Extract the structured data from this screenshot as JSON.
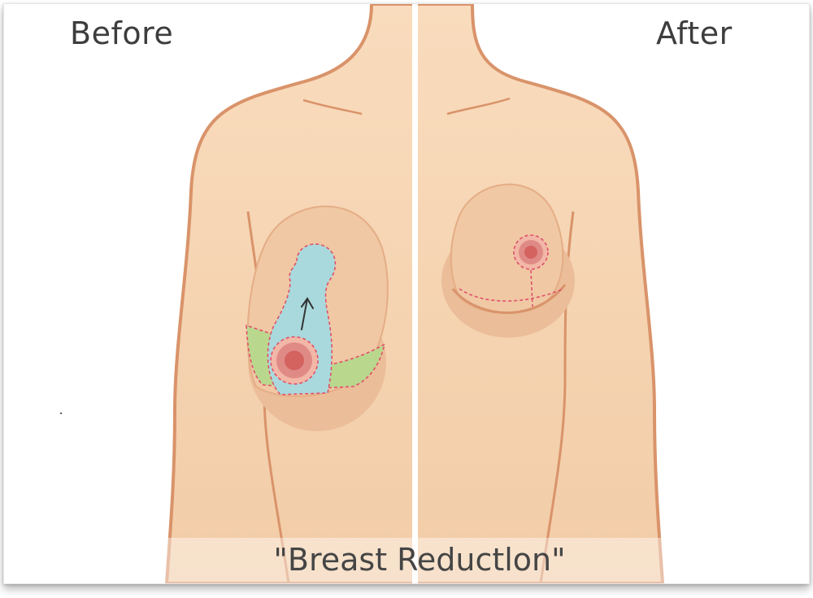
{
  "labels": {
    "before": "Before",
    "after": "After"
  },
  "caption": "\"Breast Reductlon\"",
  "colors": {
    "skin": "#f6d6b4",
    "skin_shadow": "#eec5a0",
    "outline": "#d9936a",
    "areola": "#e08a86",
    "nipple": "#d4625f",
    "removed_tissue": "#a9d9dc",
    "excised_skin": "#b8d88c",
    "incision": "#e0506a",
    "divider": "#ffffff"
  },
  "icons": [
    "arrow-up-icon"
  ]
}
